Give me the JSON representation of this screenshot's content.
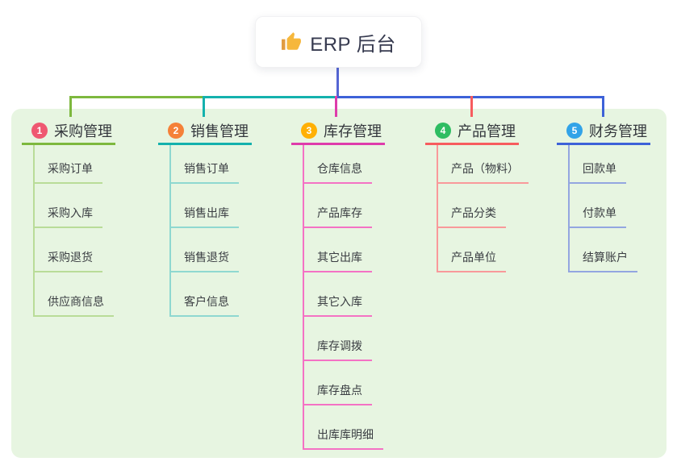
{
  "root": {
    "label": "ERP 后台",
    "icon": "thumbs-up-icon"
  },
  "colors": {
    "canvas_bg": "#ffffff",
    "panel_bg": "#e7f5e1",
    "root_card_bg": "#ffffff",
    "root_text": "#363a4f",
    "root_stem": "#5566d4",
    "title_text": "#33363c",
    "child_text": "#3a3d42",
    "thumb_yellow": "#f6b73c",
    "thumb_sleeve": "#e09b41"
  },
  "branches": [
    {
      "num": "1",
      "label": "采购管理",
      "badge_color": "#ef5871",
      "line_color": "#7db83e",
      "child_line_color": "#b9dc98",
      "children": [
        "采购订单",
        "采购入库",
        "采购退货",
        "供应商信息"
      ]
    },
    {
      "num": "2",
      "label": "销售管理",
      "badge_color": "#f58138",
      "line_color": "#14b1ad",
      "child_line_color": "#8fd8d0",
      "children": [
        "销售订单",
        "销售出库",
        "销售退货",
        "客户信息"
      ]
    },
    {
      "num": "3",
      "label": "库存管理",
      "badge_color": "#ffb005",
      "line_color": "#de3cab",
      "child_line_color": "#f472c4",
      "children": [
        "仓库信息",
        "产品库存",
        "其它出库",
        "其它入库",
        "库存调拨",
        "库存盘点",
        "出库库明细"
      ]
    },
    {
      "num": "4",
      "label": "产品管理",
      "badge_color": "#2ebd62",
      "line_color": "#f75c5e",
      "child_line_color": "#f9999a",
      "children": [
        "产品（物料）",
        "产品分类",
        "产品单位"
      ]
    },
    {
      "num": "5",
      "label": "财务管理",
      "badge_color": "#32a3e8",
      "line_color": "#3d62d8",
      "child_line_color": "#93a6e0",
      "children": [
        "回款单",
        "付款单",
        "结算账户"
      ]
    }
  ]
}
